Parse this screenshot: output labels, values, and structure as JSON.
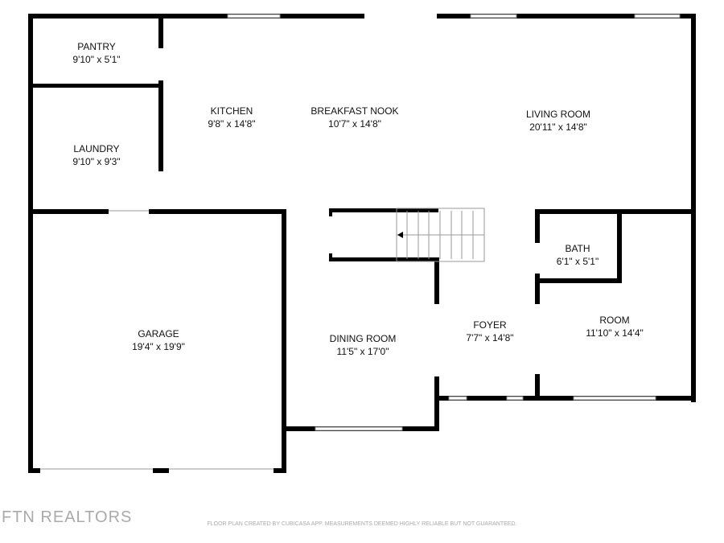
{
  "rooms": {
    "pantry": {
      "name": "PANTRY",
      "size": "9'10\" x 5'1\""
    },
    "laundry": {
      "name": "LAUNDRY",
      "size": "9'10\" x 9'3\""
    },
    "kitchen": {
      "name": "KITCHEN",
      "size": "9'8\" x 14'8\""
    },
    "breakfast_nook": {
      "name": "BREAKFAST NOOK",
      "size": "10'7\" x 14'8\""
    },
    "living_room": {
      "name": "LIVING ROOM",
      "size": "20'11\" x 14'8\""
    },
    "bath": {
      "name": "BATH",
      "size": "6'1\" x 5'1\""
    },
    "garage": {
      "name": "GARAGE",
      "size": "19'4\" x 19'9\""
    },
    "dining_room": {
      "name": "DINING ROOM",
      "size": "11'5\" x 17'0\""
    },
    "foyer": {
      "name": "FOYER",
      "size": "7'7\" x 14'8\""
    },
    "room": {
      "name": "ROOM",
      "size": "11'10\" x 14'4\""
    }
  },
  "footer": {
    "brand": "FTN REALTORS",
    "disclaimer": "FLOOR PLAN CREATED BY CUBICASA APP. MEASUREMENTS DEEMED HIGHLY RELIABLE BUT NOT GUARANTEED."
  }
}
